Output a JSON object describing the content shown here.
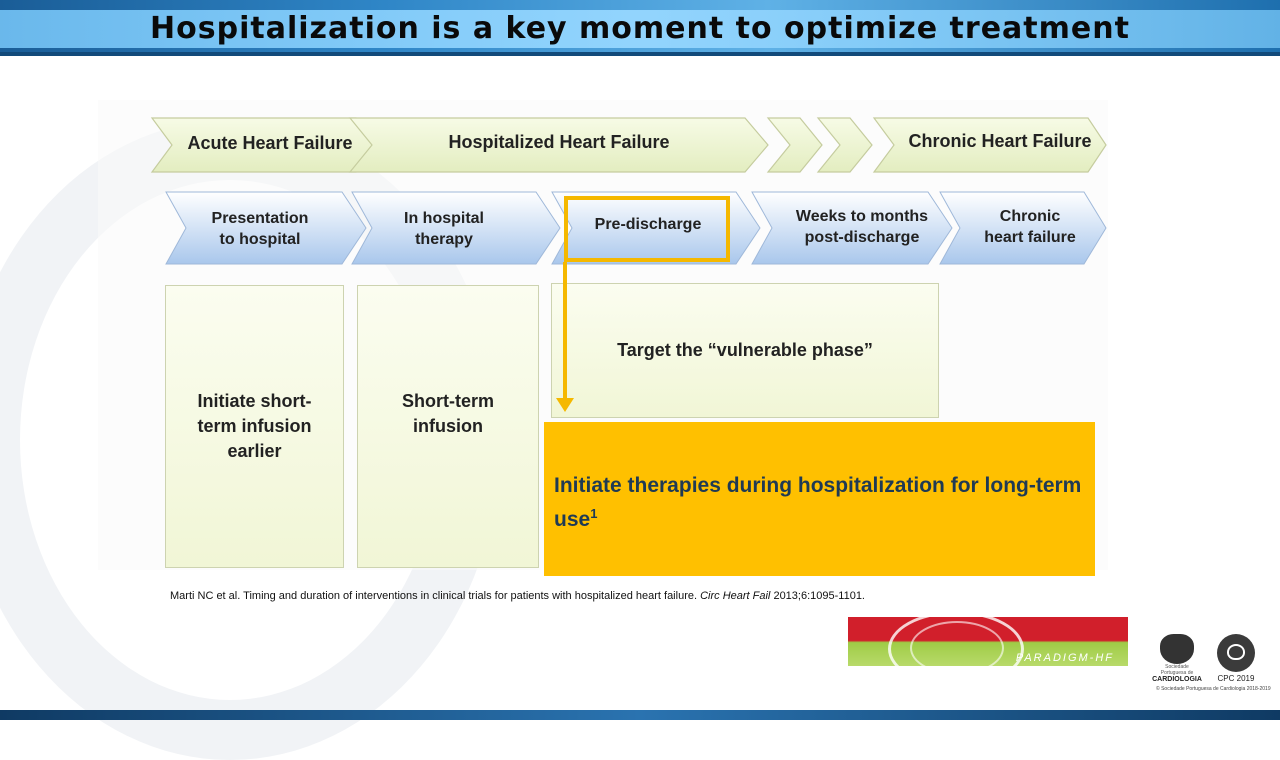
{
  "slide": {
    "title": "Hospitalization is a key moment to optimize treatment"
  },
  "phases": [
    {
      "label": "Acute Heart Failure"
    },
    {
      "label": "Hospitalized Heart Failure"
    },
    {
      "label": "Chronic Heart Failure"
    }
  ],
  "steps": [
    {
      "line1": "Presentation",
      "line2": "to hospital"
    },
    {
      "line1": "In hospital",
      "line2": "therapy"
    },
    {
      "line1": "Pre-discharge",
      "line2": ""
    },
    {
      "line1": "Weeks to months",
      "line2": "post-discharge"
    },
    {
      "line1": "Chronic",
      "line2": "heart failure"
    }
  ],
  "boxes": [
    {
      "line1": "Initiate short-",
      "line2": "term infusion",
      "line3": "earlier"
    },
    {
      "line1": "Short-term",
      "line2": "infusion"
    },
    {
      "text": "Target the “vulnerable phase”"
    }
  ],
  "callout": {
    "text": "Initiate therapies during hospitalization for long-term use",
    "superscript": "1"
  },
  "citation": {
    "authors": "Marti NC et al. Timing and  duration of interventions in clinical trials for patients with hospitalized heart failure. ",
    "journal": "Circ Heart Fail",
    "details": " 2013;6:1095-1101."
  },
  "logos": {
    "paradigm": "PARADIGM-HF",
    "spc_line1": "Sociedade Portuguesa de",
    "spc_line2": "CARDIOLOGIA",
    "cpc": "CPC 2019",
    "footer_note": "© Sociedade Portuguesa de Cardiologia 2018-2019"
  },
  "colors": {
    "accent": "#ffc000",
    "header": "#2f86c7",
    "callout_text": "#1f3a54"
  }
}
